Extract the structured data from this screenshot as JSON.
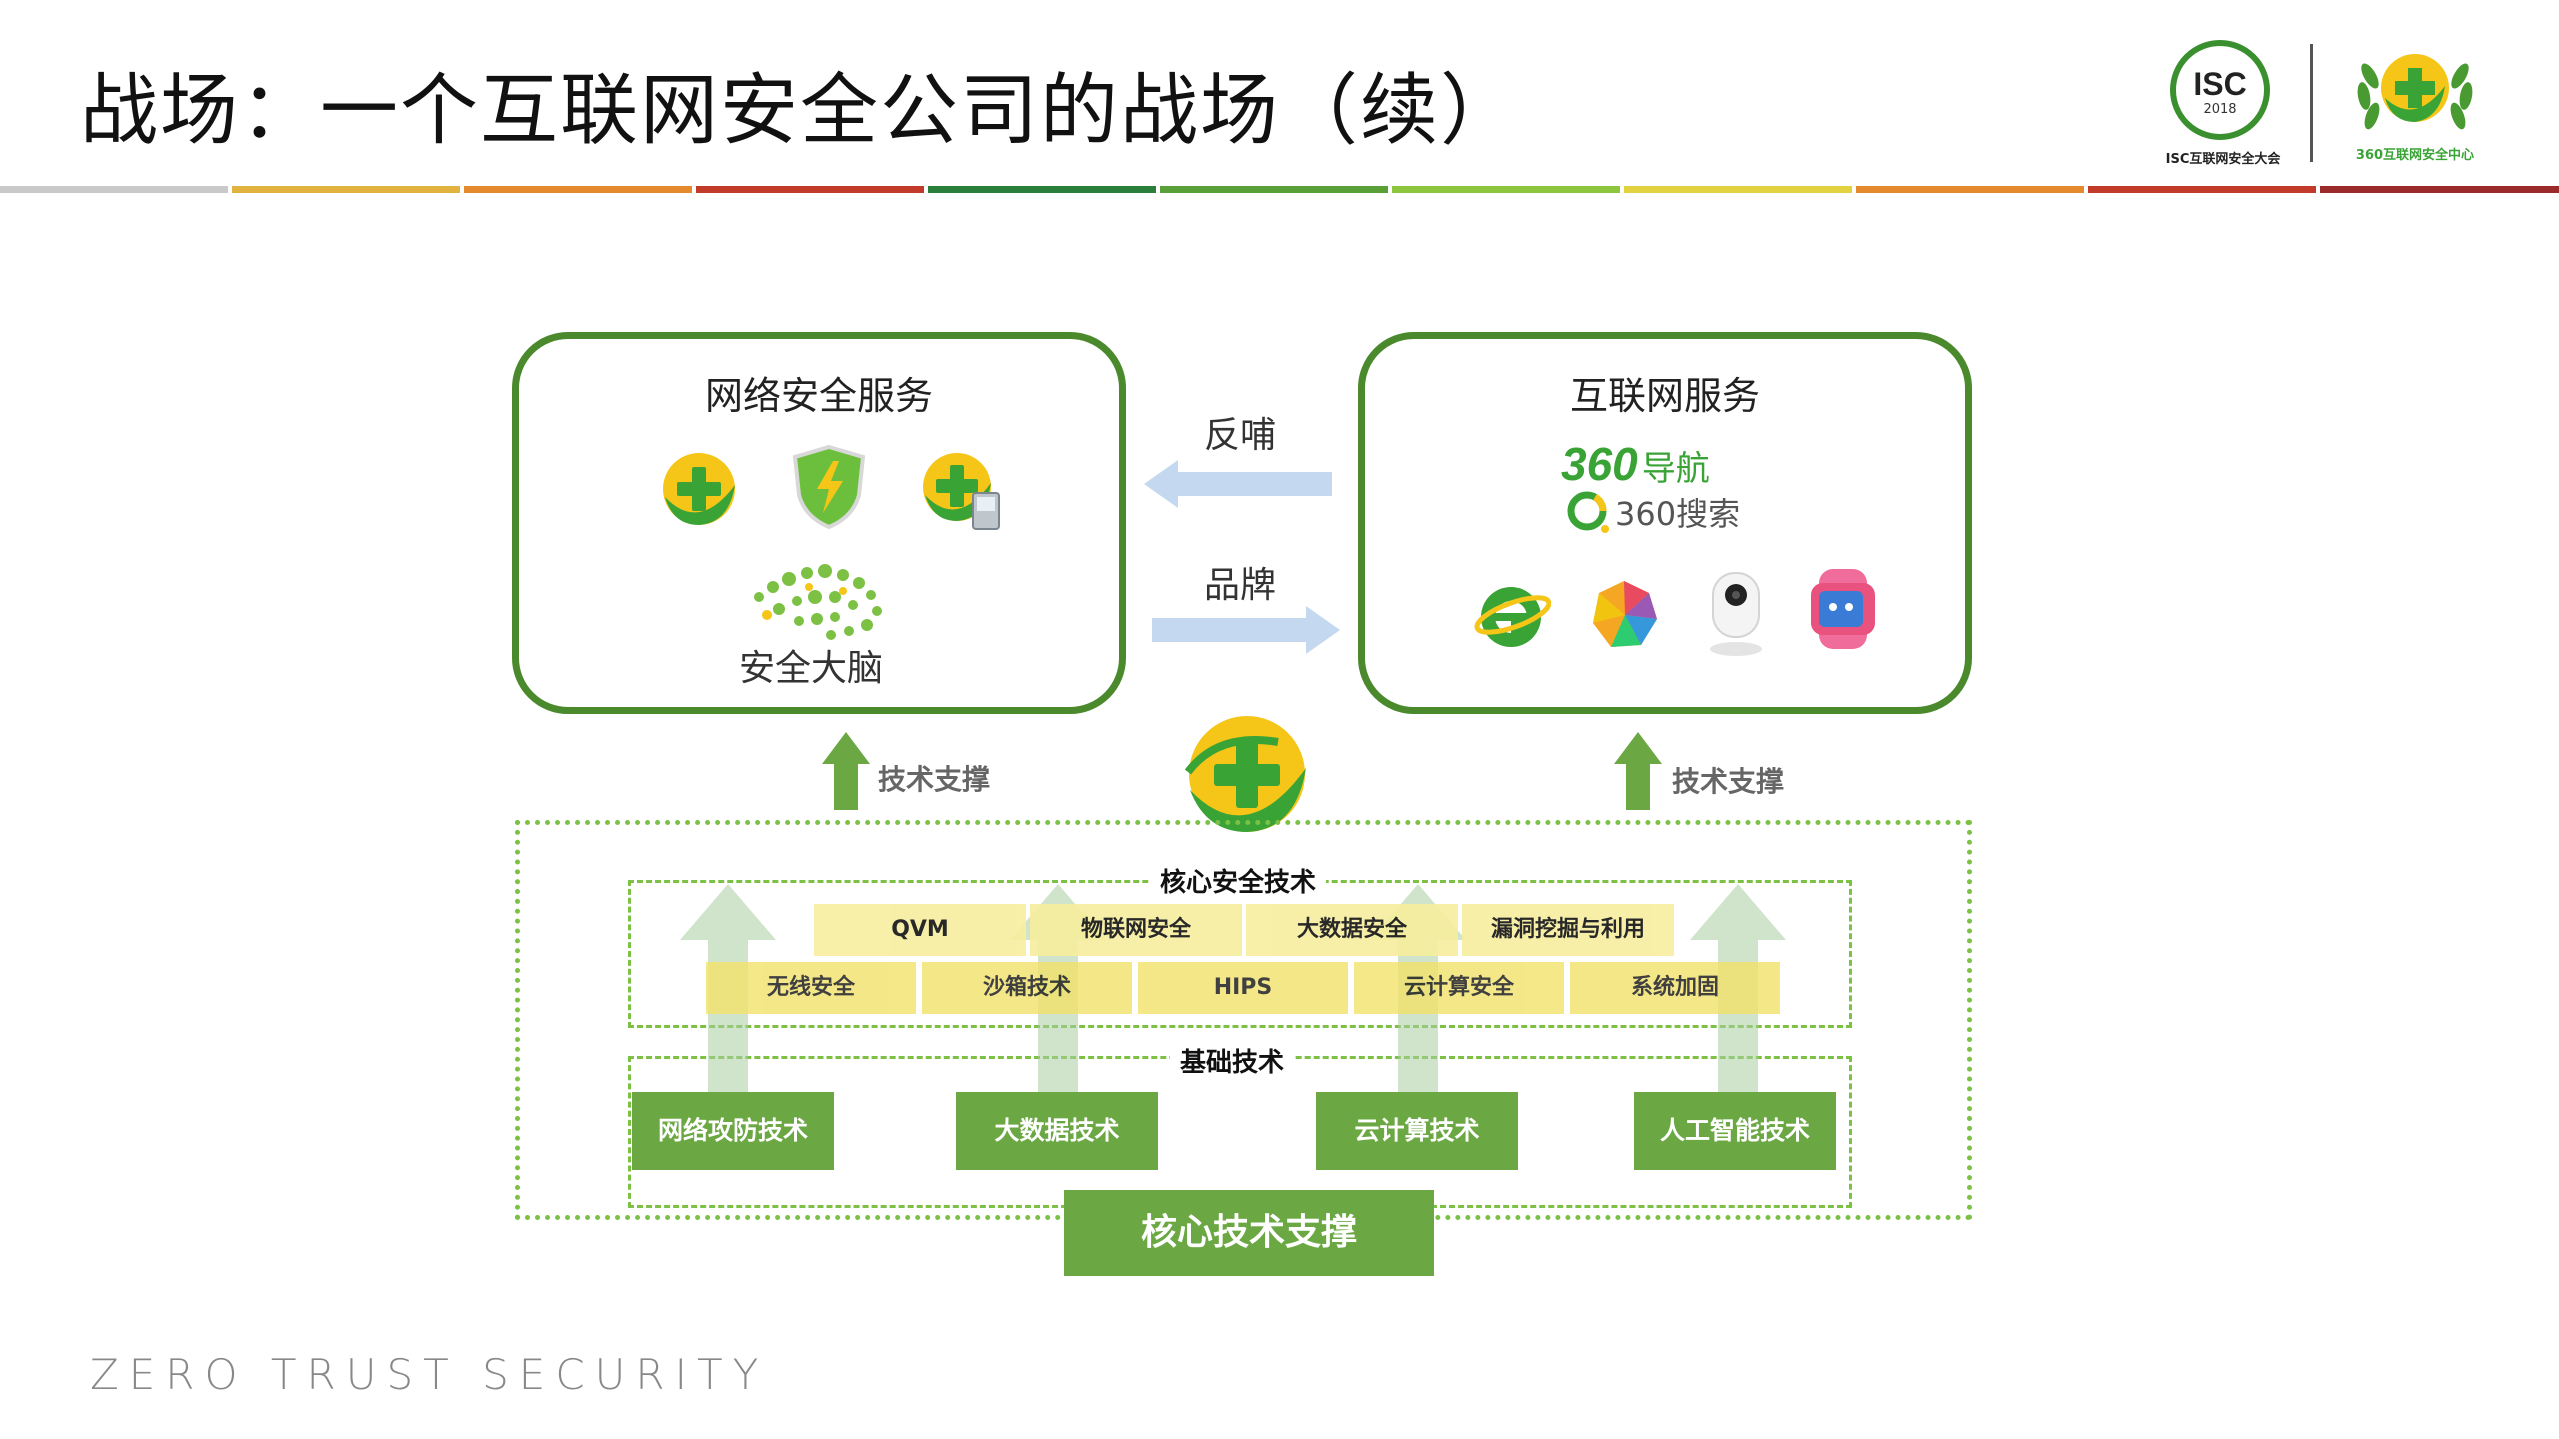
{
  "header": {
    "title": "战场：一个互联网安全公司的战场（续）",
    "isc_logo_text": "ISC",
    "isc_logo_year": "2018",
    "isc_caption": "ISC互联网安全大会",
    "center_caption": "360互联网安全中心"
  },
  "left_box": {
    "title": "网络安全服务",
    "brain_label": "安全大脑"
  },
  "right_box": {
    "title": "互联网服务",
    "nav_brand_num": "360",
    "nav_brand_text": "导航",
    "search_brand_text": "360搜索"
  },
  "arrows": {
    "feedback": "反哺",
    "brand": "品牌"
  },
  "support": {
    "left": "技术支撑",
    "right": "技术支撑"
  },
  "core": {
    "label": "核心安全技术",
    "row1": [
      "QVM",
      "物联网安全",
      "大数据安全",
      "漏洞挖掘与利用"
    ],
    "row2": [
      "无线安全",
      "沙箱技术",
      "HIPS",
      "云计算安全",
      "系统加固"
    ]
  },
  "base": {
    "label": "基础技术",
    "items": [
      "网络攻防技术",
      "大数据技术",
      "云计算技术",
      "人工智能技术"
    ]
  },
  "core_support_button": "核心技术支撑",
  "footer": "ZERO TRUST SECURITY",
  "colors": {
    "green_dark": "#4a8a2c",
    "green_button": "#6ba843",
    "dotted_green": "#7cc144",
    "yellow_cell": "#f7ee9e",
    "arrow_blue": "#c4d9ef"
  }
}
